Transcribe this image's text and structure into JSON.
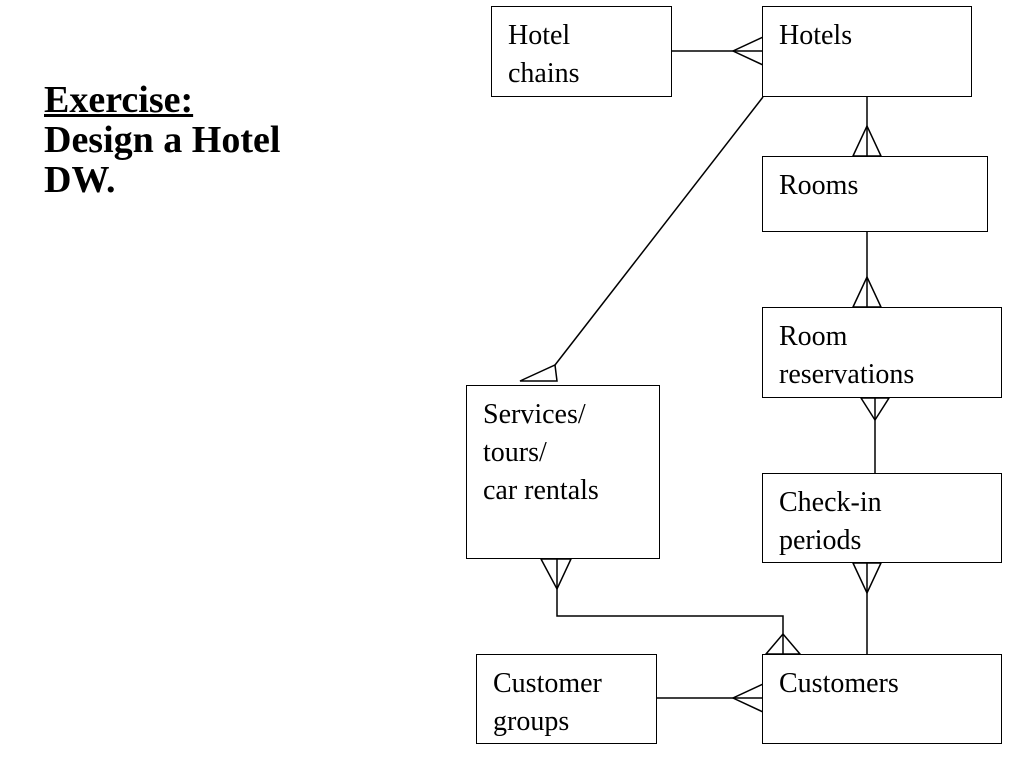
{
  "title": {
    "heading": "Exercise:",
    "lines": [
      "Design a Hotel",
      "DW."
    ]
  },
  "entities": {
    "hotel_chains": [
      "Hotel",
      "chains"
    ],
    "hotels": [
      "Hotels"
    ],
    "rooms": [
      "Rooms"
    ],
    "room_reservations": [
      "Room",
      "reservations"
    ],
    "services": [
      "Services/",
      "tours/",
      "car rentals"
    ],
    "checkin_periods": [
      "Check-in",
      "periods"
    ],
    "customer_groups": [
      "Customer",
      "groups"
    ],
    "customers": [
      "Customers"
    ]
  },
  "relationships": [
    {
      "one": "Hotel chains",
      "many": "Hotels"
    },
    {
      "one": "Hotels",
      "many": "Rooms"
    },
    {
      "one": "Rooms",
      "many": "Room reservations"
    },
    {
      "one": "Hotels",
      "many": "Services/tours/car rentals"
    },
    {
      "one": "Check-in periods",
      "many": "Room reservations"
    },
    {
      "one": "Customers",
      "many": "Check-in periods"
    },
    {
      "one": "Customers",
      "many": "Services/tours/car rentals"
    },
    {
      "one": "Services/tours/car rentals",
      "many": "Customers"
    },
    {
      "one": "Customer groups",
      "many": "Customers"
    }
  ]
}
